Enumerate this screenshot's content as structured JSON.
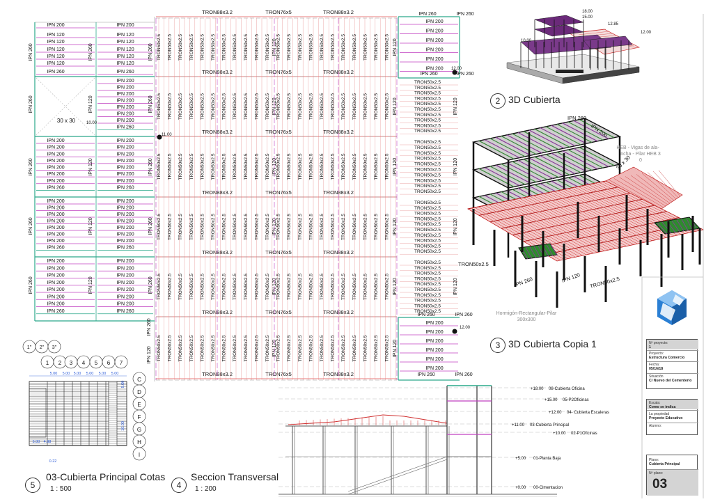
{
  "plan": {
    "left_columns": {
      "col1_rows": [
        "IPN 200",
        "IPN 120",
        "IPN 120",
        "IPN 120",
        "IPN 120",
        "IPN 120",
        "IPN 260"
      ],
      "col2_rows": [
        "IPN 200",
        "IPN 120",
        "IPN 120",
        "IPN 120",
        "IPN 120",
        "IPN 120",
        "IPN 260"
      ],
      "bay_rows": [
        "IPN 200",
        "IPN 200",
        "IPN 200",
        "IPN 200",
        "IPN 200",
        "IPN 200",
        "IPN 200",
        "IPN 260"
      ],
      "vertical_labels": [
        "IPN 260",
        "IPN 200",
        "IPN 260",
        "IPN 260",
        "IPN 260",
        "IPN 260",
        "IPN 260"
      ],
      "col2_vertical": "IPN 120",
      "column_label": "30 x 30",
      "level_1000": "10.00",
      "level_1100": "11.00",
      "level_1200": "12.00"
    },
    "main": {
      "top_beams": [
        "TRON88x3.2",
        "TRON76x5",
        "TRON88x3.2"
      ],
      "purlin": "TRON50x2.5",
      "vertical_member": "IPN 120",
      "far_vertical": "IPN 120",
      "right_rows": [
        "IPN 200",
        "IPN 200",
        "IPN 200",
        "IPN 200",
        "IPN 200",
        "IPN 200"
      ],
      "right_top": [
        "IPN 260",
        "IPN 260"
      ],
      "right_bottom": [
        "IPN 260",
        "IPN 260"
      ],
      "left_vertical": "IPN 260",
      "bottom_vertical": "IPN 120"
    }
  },
  "view2": {
    "number": "2",
    "title": "3D Cubierta",
    "level_top_a": "18.00",
    "level_top_b": "15.00",
    "level_mid": "12.85",
    "level_right": "12.00",
    "level_left": "10.00"
  },
  "view3": {
    "number": "3",
    "title": "3D Cubierta Copia 1",
    "label_ipn260_top": "IPN 260",
    "label_ipn200_top": "IPN 200",
    "label_heb": "HEB - Vigas de ala-ancha - Pilar HEB 300",
    "label_30x30": "30 x 30",
    "label_tron_left": "TRON50x2.5",
    "label_ipn260_bot": "IPN 260",
    "label_ipn120_bot": "IPN 120",
    "label_tron_bot": "TRON50x2.5",
    "label_hormigon": "Hormigón-Rectangular-Pilar",
    "label_300x300": "300x300"
  },
  "view5": {
    "number": "5",
    "title": "03-Cubierta Principal Cotas",
    "scale": "1 : 500",
    "grid_top": [
      "1''",
      "2''",
      "3''"
    ],
    "grid_numbers": [
      "1",
      "2",
      "3",
      "4",
      "5",
      "6",
      "7"
    ],
    "grid_letters": [
      "C",
      "D",
      "E",
      "F",
      "G",
      "H",
      "I"
    ],
    "dim_5": "5.00",
    "dim_498": "4.98",
    "dim_10": "10.00",
    "dim_022": "0.22"
  },
  "view4": {
    "number": "4",
    "title": "Seccion Transversal",
    "scale": "1 : 200",
    "levels": [
      {
        "value": "+18.00",
        "name": "08-Cubierta Oficina"
      },
      {
        "value": "+15.00",
        "name": "05-P2Oficinas"
      },
      {
        "value": "+12.00",
        "name": "04- Cubierta Escaleras"
      },
      {
        "value": "+11.00",
        "name": "03-Cubierta Principal"
      },
      {
        "value": "+10.00",
        "name": "02-P1Oficinas"
      },
      {
        "value": "+5.00",
        "name": "01-Planta Baja"
      },
      {
        "value": "+0.00",
        "name": "00-Cimentacion"
      }
    ]
  },
  "titleblock": {
    "n_proyecto_label": "Nº proyecto:",
    "n_proyecto": "1",
    "proyecto_label": "Proyecto:",
    "proyecto": "Estructura Comercio",
    "fecha_label": "Fecha:",
    "fecha": "05/16/18",
    "situacion_label": "Situación",
    "situacion": "C/ Nuevo del Cementerio",
    "escala_label": "Escala:",
    "escala": "Como se indica",
    "propiedad_label": "La propiedad",
    "propiedad": "Proyecto Educativo",
    "alumno_label": "Alumno:",
    "plano_label": "Plano:",
    "plano": "Cubierta Principal",
    "n_plano_label": "Nº plano:",
    "n_plano": "03"
  }
}
